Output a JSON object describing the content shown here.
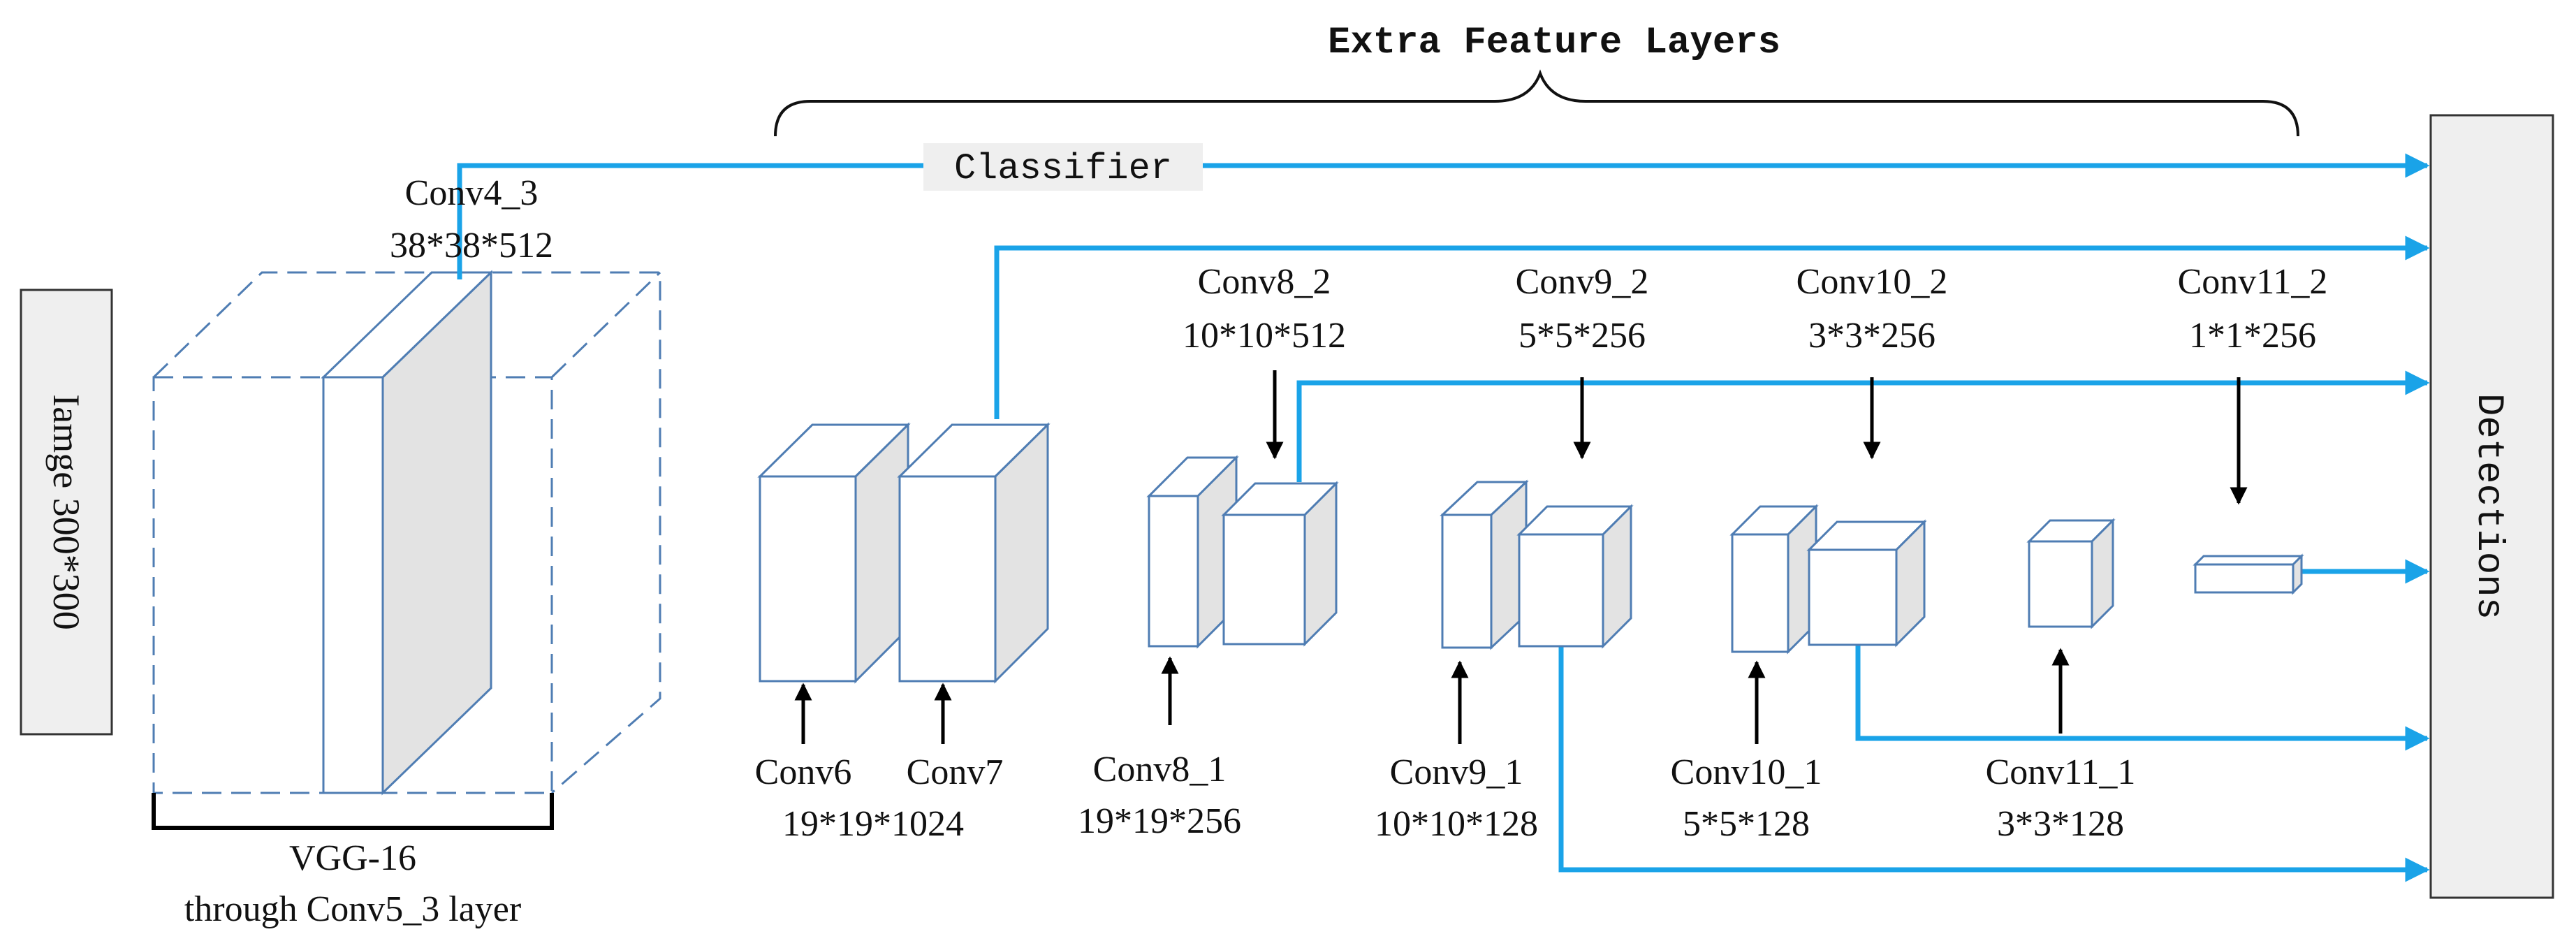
{
  "header": {
    "title": "Extra Feature Layers",
    "classifier": "Classifier"
  },
  "input": {
    "label": "Iamge 300*300"
  },
  "output": {
    "label": "Detections"
  },
  "vgg": {
    "name": "VGG-16",
    "subtitle": "through Conv5_3 layer"
  },
  "layers": [
    {
      "name": "Conv4_3",
      "shape": "38*38*512"
    },
    {
      "name": "Conv6",
      "shape": "19*19*1024"
    },
    {
      "name": "Conv7",
      "shape": "19*19*1024"
    },
    {
      "name": "Conv8_1",
      "shape": "19*19*256"
    },
    {
      "name": "Conv8_2",
      "shape": "10*10*512"
    },
    {
      "name": "Conv9_1",
      "shape": "10*10*128"
    },
    {
      "name": "Conv9_2",
      "shape": "5*5*256"
    },
    {
      "name": "Conv10_1",
      "shape": "5*5*128"
    },
    {
      "name": "Conv10_2",
      "shape": "3*3*256"
    },
    {
      "name": "Conv11_1",
      "shape": "3*3*128"
    },
    {
      "name": "Conv11_2",
      "shape": "1*1*256"
    }
  ],
  "colors": {
    "flow": "#1aa3e8",
    "box_edge": "#4f7db3",
    "box_side": "#e3e3e3",
    "panel": "#efefef"
  }
}
